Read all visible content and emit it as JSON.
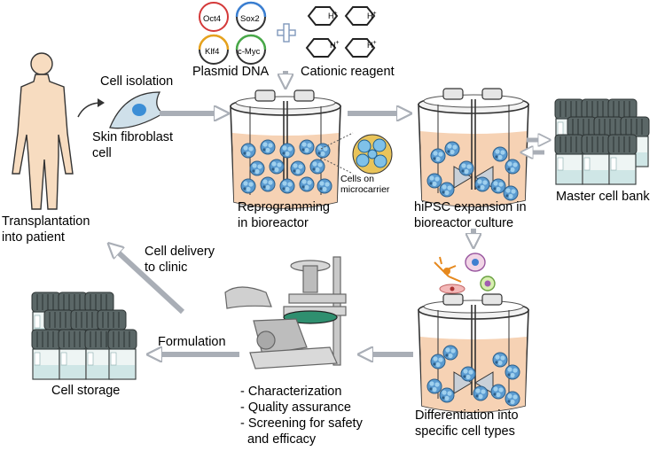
{
  "plasmid": {
    "genes": [
      "Oct4",
      "Sox2",
      "Klf4",
      "c-Myc"
    ],
    "label": "Plasmid DNA"
  },
  "cationic": {
    "label": "Cationic reagent",
    "charge": "H+"
  },
  "steps": {
    "cell_isolation": "Cell isolation",
    "skin_fibroblast": [
      "Skin fibroblast",
      "cell"
    ],
    "transplantation": [
      "Transplantation",
      "into patient"
    ],
    "reprogramming": [
      "Reprogramming",
      "in bioreactor"
    ],
    "cells_on_microcarrier": [
      "Cells on",
      "microcarrier"
    ],
    "expansion": [
      "hiPSC expansion in",
      "bioreactor culture"
    ],
    "master_cell_bank": "Master cell bank",
    "cell_delivery": [
      "Cell delivery",
      "to clinic"
    ],
    "formulation": "Formulation",
    "cell_storage": "Cell storage",
    "characterization": [
      "- Characterization",
      "- Quality assurance",
      "- Screening for safety",
      "  and efficacy"
    ],
    "differentiation": [
      "Differentiation into",
      "specific cell types"
    ]
  },
  "colors": {
    "media": "#f6d2b4",
    "vessel_outline": "#333333",
    "microcarrier": "#4f8fc0",
    "vial_cap": "#5f6b6b",
    "arrow": "#b8bcc4",
    "cross": "#8fa8c8",
    "body": "#f7dcc0"
  }
}
